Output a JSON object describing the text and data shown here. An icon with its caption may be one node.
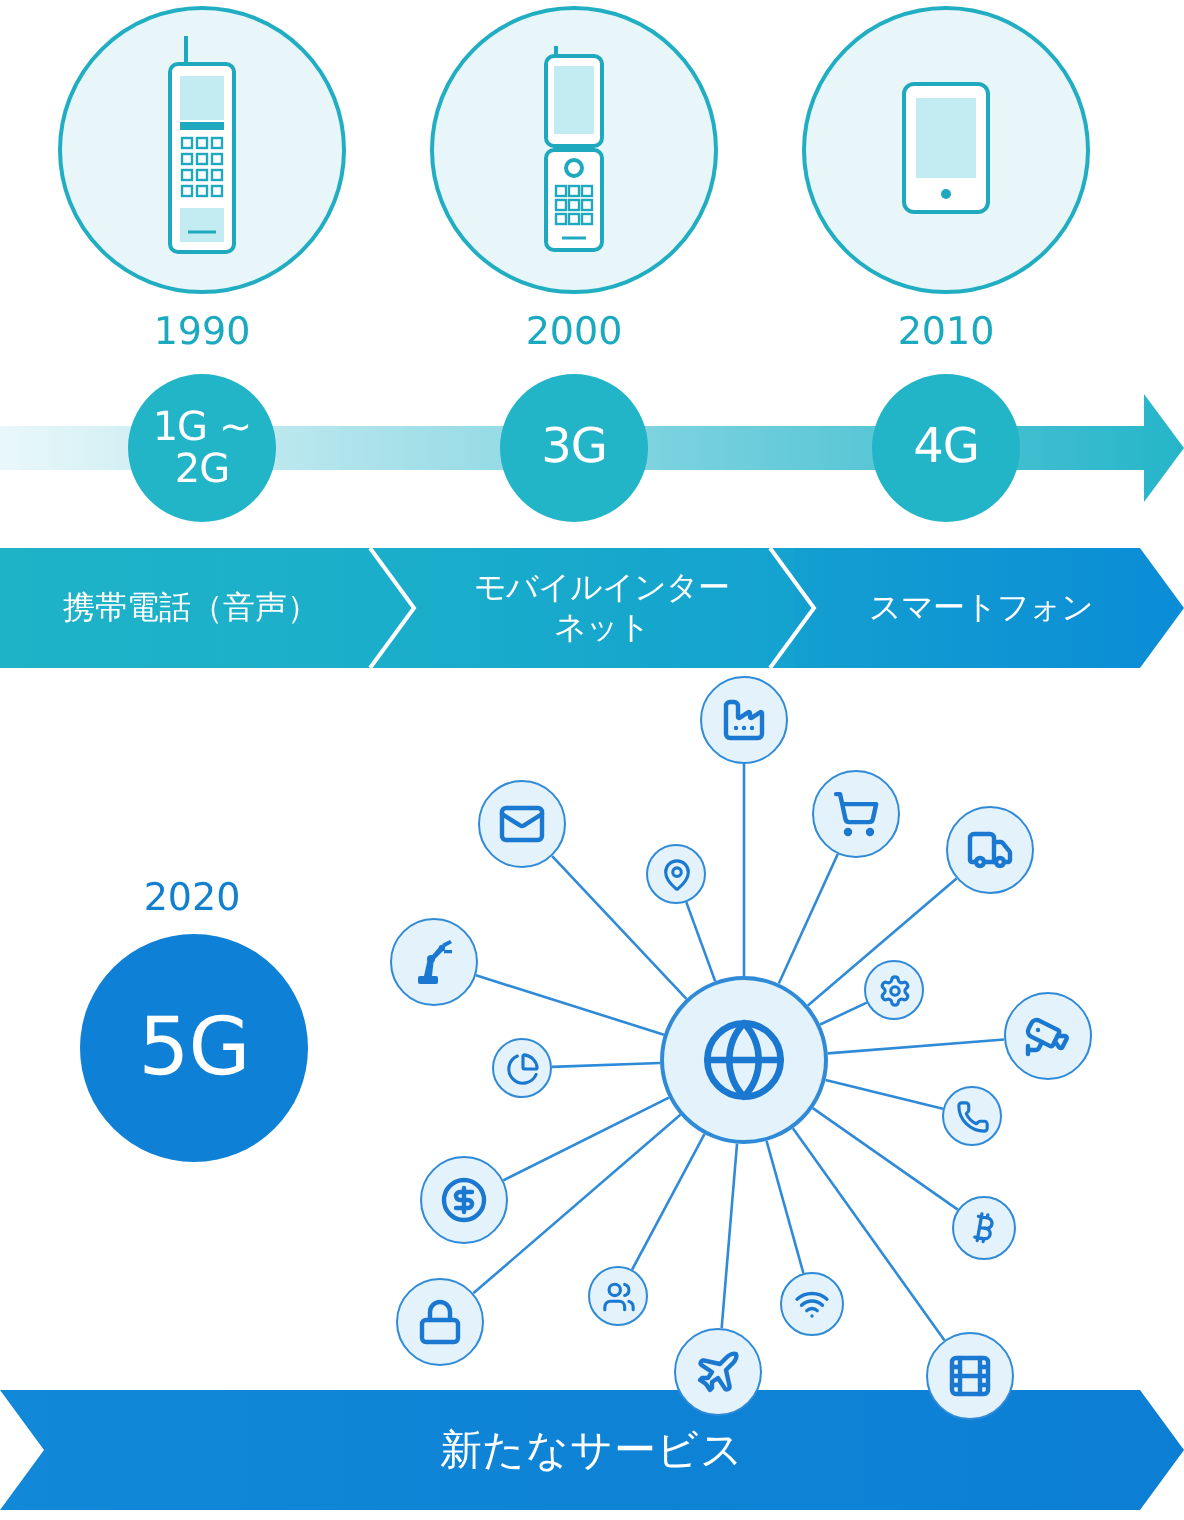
{
  "diagram": {
    "nodes": [
      {
        "text": [
          "1G ~2G"
        ],
        "beside": [
          "1990"
        ]
      },
      {
        "text": [
          "3G"
        ],
        "beside": [
          "2000"
        ]
      },
      {
        "text": [
          "4G"
        ],
        "beside": [
          "2010"
        ]
      },
      {
        "text": [
          "携帯電話（音声）"
        ]
      },
      {
        "text": [
          "モバイルインターネット"
        ]
      },
      {
        "text": [
          "スマートフォン"
        ]
      },
      {
        "text": [
          "5G"
        ],
        "beside": [
          "2020"
        ]
      },
      {
        "text": [],
        "shape": "circle"
      },
      {
        "text": [],
        "shape": "circle"
      },
      {
        "text": [],
        "shape": "circle"
      },
      {
        "text": [],
        "shape": "circle"
      },
      {
        "text": [],
        "shape": "circle"
      },
      {
        "text": [],
        "shape": "circle"
      },
      {
        "text": [],
        "shape": "circle"
      },
      {
        "text": [],
        "shape": "circle"
      },
      {
        "text": [],
        "shape": "circle"
      },
      {
        "text": [],
        "shape": "circle"
      },
      {
        "text": [],
        "shape": "circle"
      },
      {
        "text": [],
        "shape": "circle"
      },
      {
        "text": [],
        "shape": "circle"
      },
      {
        "text": [],
        "shape": "circle"
      },
      {
        "text": [],
        "shape": "circle"
      },
      {
        "text": [],
        "shape": "circle"
      },
      {
        "text": [],
        "shape": "circle"
      },
      {
        "text": [],
        "shape": "circle"
      },
      {
        "text": [
          "新たなサービス"
        ]
      }
    ],
    "edges": [
      {
        "from": 7,
        "to": 8,
        "arrow": "none"
      },
      {
        "from": 7,
        "to": 9,
        "arrow": "none"
      },
      {
        "from": 7,
        "to": 10,
        "arrow": "none"
      },
      {
        "from": 7,
        "to": 11,
        "arrow": "none"
      },
      {
        "from": 7,
        "to": 12,
        "arrow": "none"
      },
      {
        "from": 7,
        "to": 13,
        "arrow": "none"
      },
      {
        "from": 7,
        "to": 14,
        "arrow": "none"
      },
      {
        "from": 7,
        "to": 15,
        "arrow": "none"
      },
      {
        "from": 7,
        "to": 16,
        "arrow": "none"
      },
      {
        "from": 7,
        "to": 17,
        "arrow": "none"
      },
      {
        "from": 7,
        "to": 18,
        "arrow": "none"
      },
      {
        "from": 7,
        "to": 19,
        "arrow": "none"
      },
      {
        "from": 7,
        "to": 20,
        "arrow": "none"
      },
      {
        "from": 7,
        "to": 21,
        "arrow": "none"
      },
      {
        "from": 7,
        "to": 22,
        "arrow": "none"
      },
      {
        "from": 7,
        "to": 23,
        "arrow": "none"
      },
      {
        "from": 7,
        "to": 24,
        "arrow": "none"
      }
    ]
  }
}
